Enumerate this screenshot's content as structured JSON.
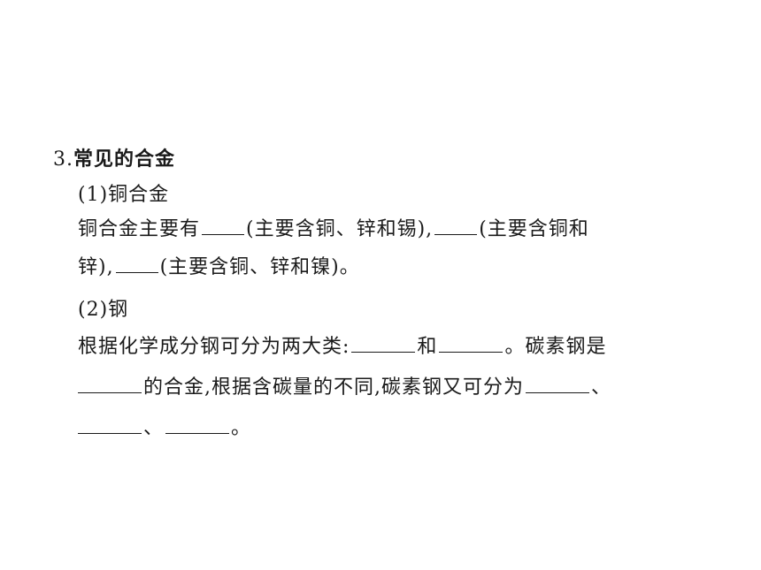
{
  "section": {
    "number": "3.",
    "title": "常见的合金"
  },
  "copper": {
    "heading": "(1)铜合金",
    "line1_a": "铜合金主要有",
    "line1_b": "(主要含铜、锌和锡),",
    "line1_c": "(主要含铜和",
    "line2_a": "锌),",
    "line2_b": "(主要含铜、锌和镍)。"
  },
  "steel": {
    "heading": "(2)钢",
    "line1_a": "根据化学成分钢可分为两大类:",
    "line1_b": "和",
    "line1_c": "。碳素钢是",
    "line2_a": "的合金,根据含碳量的不同,碳素钢又可分为",
    "line2_b": "、",
    "line3_a": "、",
    "line3_b": "。"
  }
}
